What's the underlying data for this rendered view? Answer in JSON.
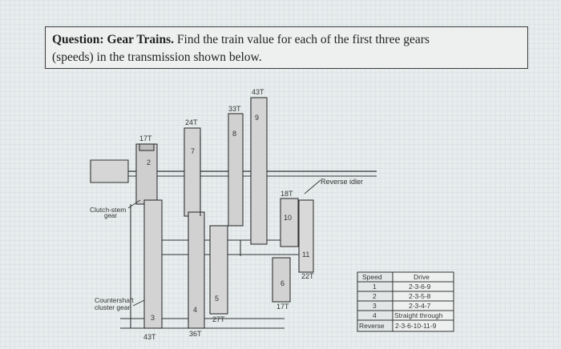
{
  "question": {
    "label": "Question:",
    "title": "Gear Trains.",
    "body_line1": "Find the train value for each of the first three gears",
    "body_line2": "(speeds) in the transmission shown below."
  },
  "figure": {
    "gear_tooth_labels": {
      "g17": "17T",
      "g24": "24T",
      "g33": "33T",
      "g43_top": "43T",
      "g18": "18T",
      "g22": "22T",
      "g17_low": "17T",
      "g27": "27T",
      "g36": "36T",
      "g43_bottom": "43T"
    },
    "gear_numbers": [
      "2",
      "7",
      "8",
      "9",
      "10",
      "11",
      "6",
      "5",
      "4",
      "3"
    ],
    "callouts": {
      "clutch_stem_line1": "Clutch-stem",
      "clutch_stem_line2": "gear",
      "countershaft_line1": "Countershaft",
      "countershaft_line2": "cluster gear",
      "reverse_idler": "Reverse idler"
    },
    "table": {
      "headers": [
        "Speed",
        "Drive"
      ],
      "rows": [
        [
          "1",
          "2-3-6-9"
        ],
        [
          "2",
          "2-3-5-8"
        ],
        [
          "3",
          "2-3-4-7"
        ],
        [
          "4",
          "Straight through"
        ],
        [
          "Reverse",
          "2-3-6-10-11-9"
        ]
      ]
    }
  }
}
